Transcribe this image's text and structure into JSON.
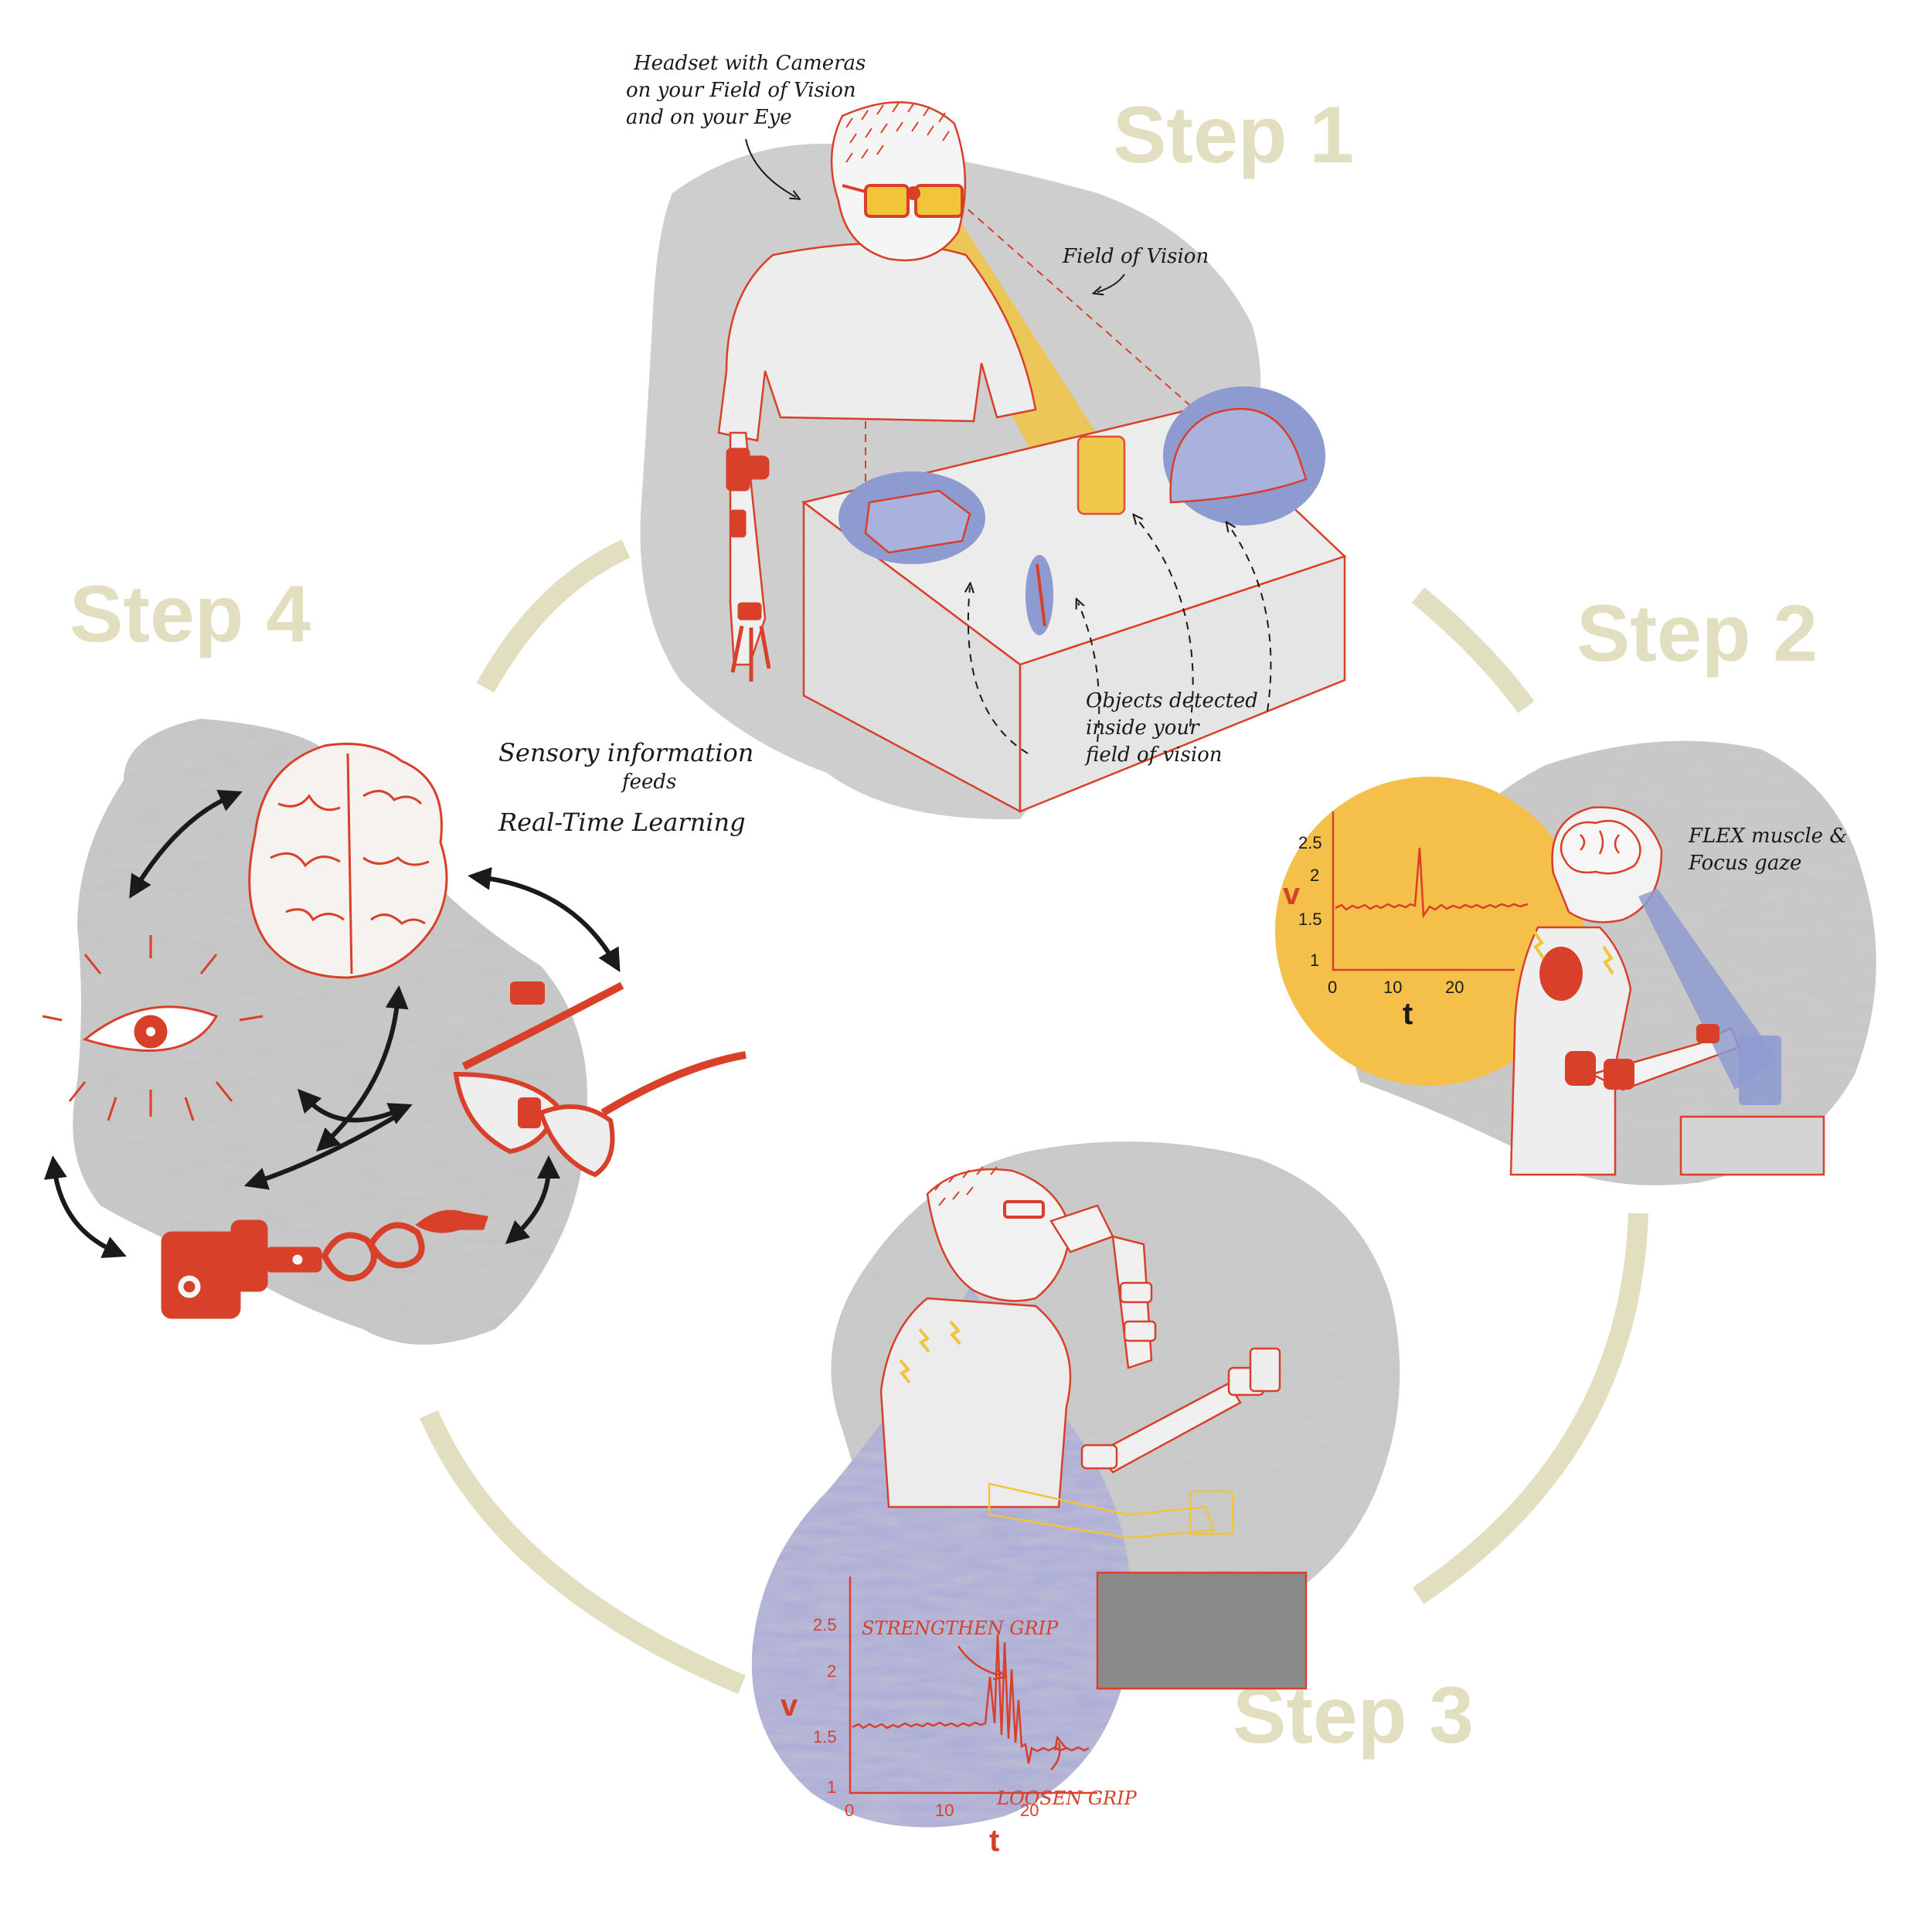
{
  "colors": {
    "step_label": "#e1dfbf",
    "cycle_ring": "#e1dfbf",
    "line_red": "#d8402a",
    "panel_gray": "#c9c9c9",
    "gaze_yellow": "#f2c43a",
    "object_blue": "#8e9bd0",
    "graph_yellow": "#f4c04a",
    "graph_purple": "#a8a9d9",
    "ink": "#1a1a1a"
  },
  "steps": {
    "step1": {
      "label": "Step 1",
      "annotations": {
        "headset": [
          "Headset with Cameras",
          "on your Field of Vision",
          "and on your Eye"
        ],
        "field_of_vision": "Field of Vision",
        "objects": [
          "Objects detected",
          "inside your",
          "field of vision"
        ]
      }
    },
    "step2": {
      "label": "Step 2",
      "annotation": [
        "FLEX muscle &",
        "Focus gaze"
      ],
      "graph": {
        "y_label": "v",
        "x_label": "t",
        "y_ticks": [
          "1",
          "1.5",
          "2",
          "2.5"
        ],
        "x_ticks": [
          "0",
          "10",
          "20"
        ]
      }
    },
    "step3": {
      "label": "Step 3",
      "graph": {
        "y_label": "v",
        "x_label": "t",
        "y_ticks": [
          "1",
          "1.5",
          "2",
          "2.5"
        ],
        "x_ticks": [
          "0",
          "10",
          "20"
        ],
        "annotation_strengthen": "STRENGTHEN GRIP",
        "annotation_loosen": "LOOSEN GRIP"
      }
    },
    "step4": {
      "label": "Step 4",
      "annotation": [
        "Sensory information",
        "feeds",
        "Real-Time Learning"
      ],
      "icons": [
        "brain-icon",
        "eye-icon",
        "glasses-icon",
        "robotic-arm-icon"
      ]
    }
  }
}
